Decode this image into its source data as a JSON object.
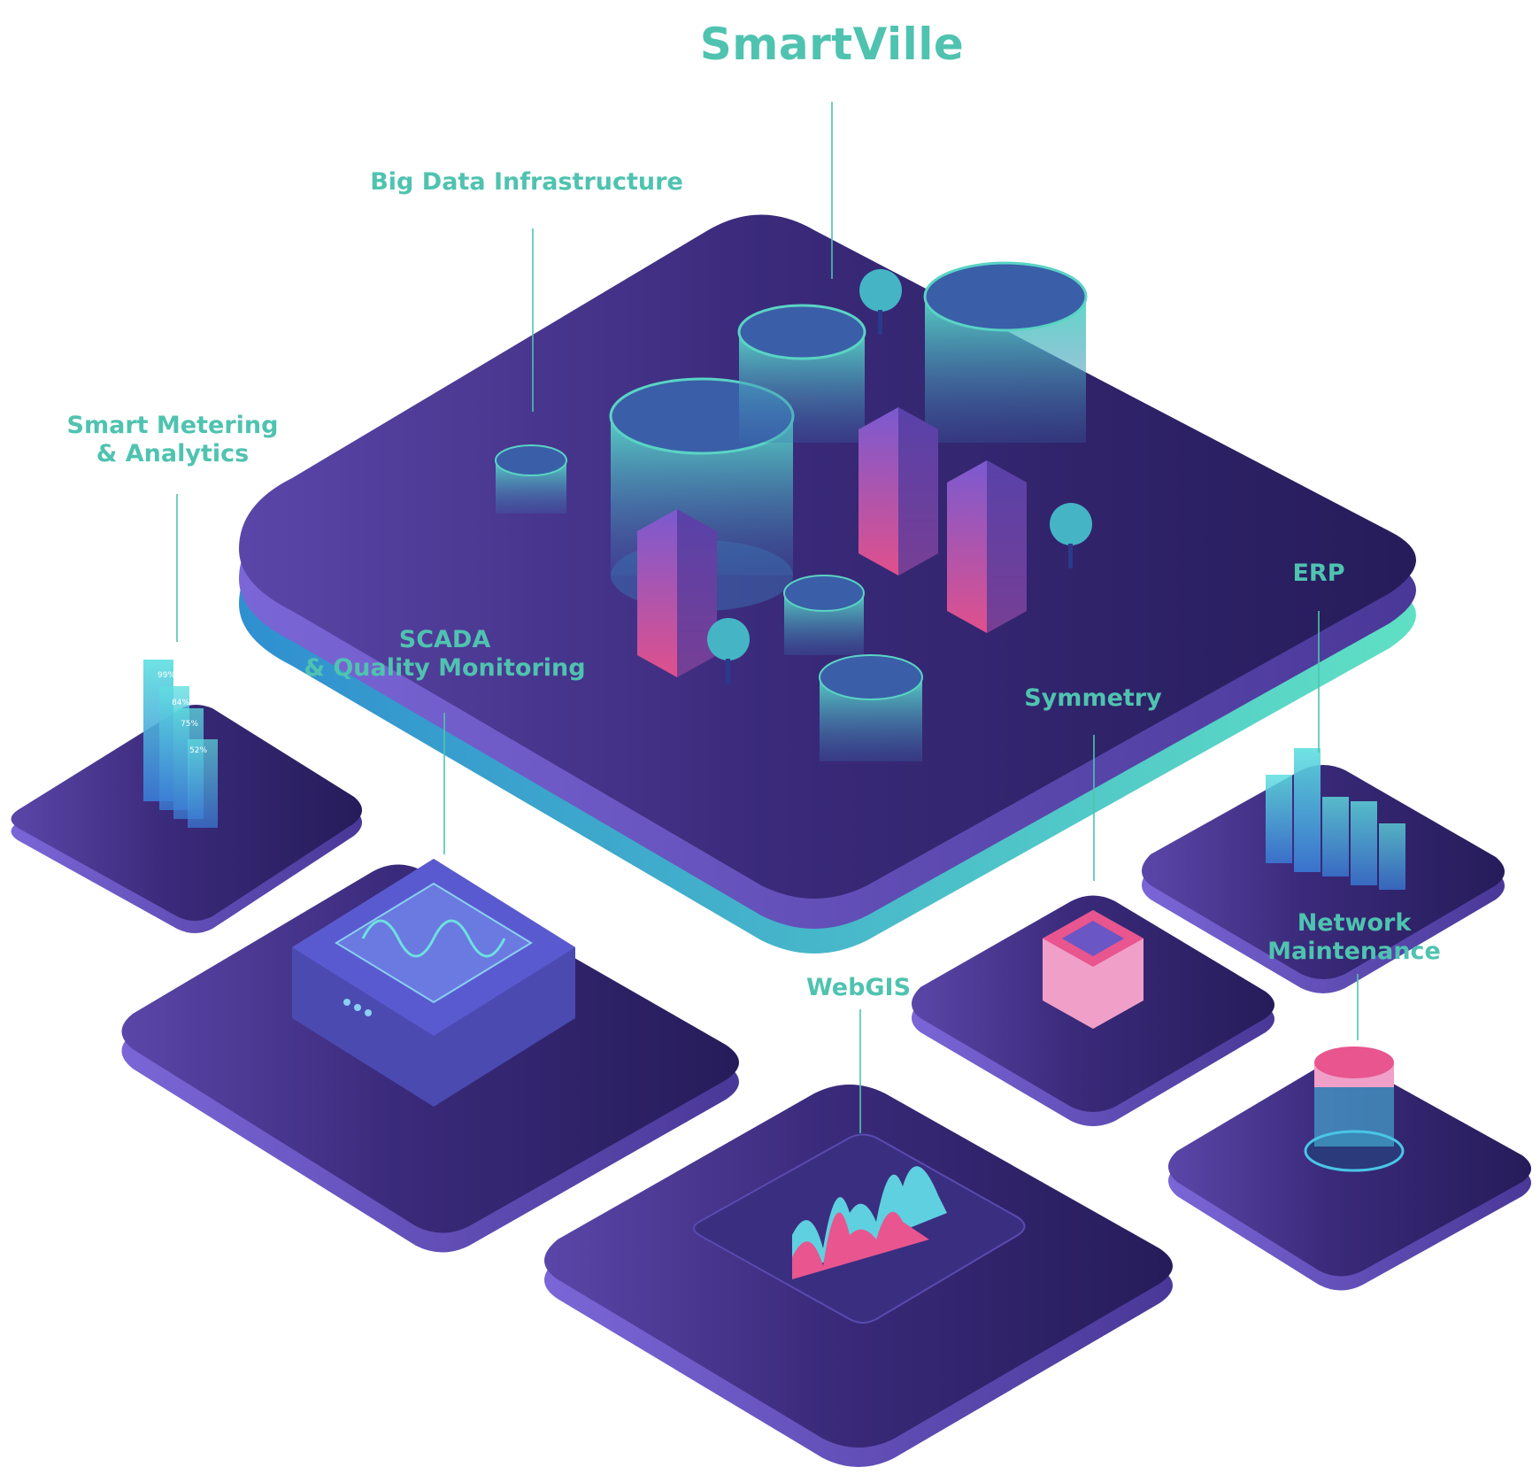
{
  "title": "SmartVille",
  "labels": {
    "big_data": "Big Data Infrastructure",
    "smart_metering_1": "Smart Metering",
    "smart_metering_2": "& Analytics",
    "scada_1": "SCADA",
    "scada_2": "& Quality Monitoring",
    "erp": "ERP",
    "symmetry": "Symmetry",
    "network_1": "Network",
    "network_2": "Maintenance",
    "webgis": "WebGIS"
  },
  "meter_values": [
    "99%",
    "84%",
    "75%",
    "52%"
  ],
  "colors": {
    "label": "#4fc3b0",
    "platform_top": "#3b2a78",
    "platform_side": "#6a56c4",
    "platform_glow": "#43d1c0",
    "pink": "#e8558f",
    "cyan": "#49c6e6"
  },
  "icons": [
    "isometric-platform",
    "cylinder-storage",
    "building",
    "tree",
    "bar-chart",
    "monitor-device",
    "chip",
    "area-chart",
    "coin-stack"
  ]
}
